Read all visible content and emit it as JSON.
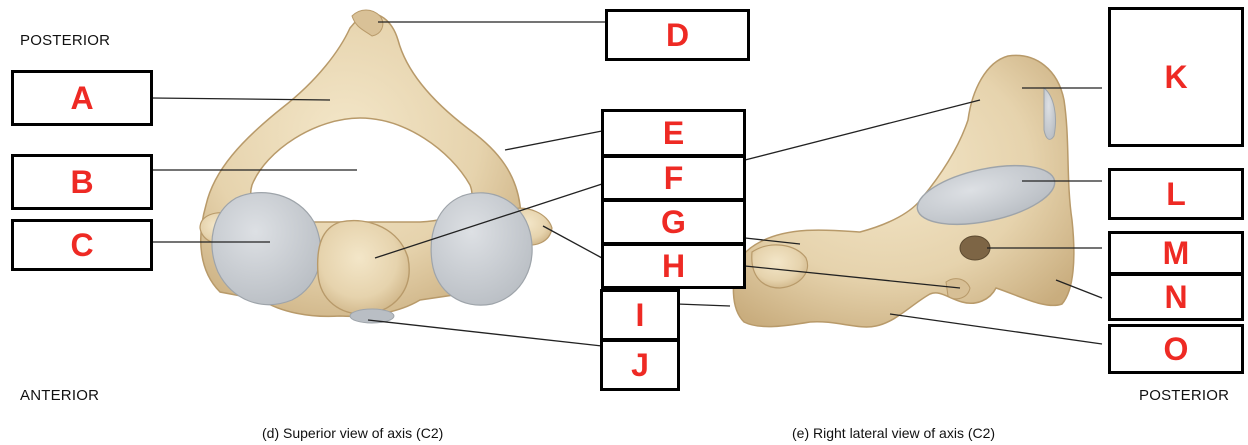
{
  "orientation": {
    "left_top": "POSTERIOR",
    "left_bottom": "ANTERIOR",
    "right_bottom": "POSTERIOR"
  },
  "captions": {
    "superior": "(d) Superior view of axis (C2)",
    "lateral": "(e) Right lateral view of axis (C2)"
  },
  "labels": {
    "A": "A",
    "B": "B",
    "C": "C",
    "D": "D",
    "E": "E",
    "F": "F",
    "G": "G",
    "H": "H",
    "I": "I",
    "J": "J",
    "K": "K",
    "L": "L",
    "M": "M",
    "N": "N",
    "O": "O"
  },
  "colors": {
    "bone": "#e6d3ad",
    "bone_shade": "#c9ad7e",
    "cartilage": "#c9cdd1",
    "label_text": "#ee2a24"
  }
}
